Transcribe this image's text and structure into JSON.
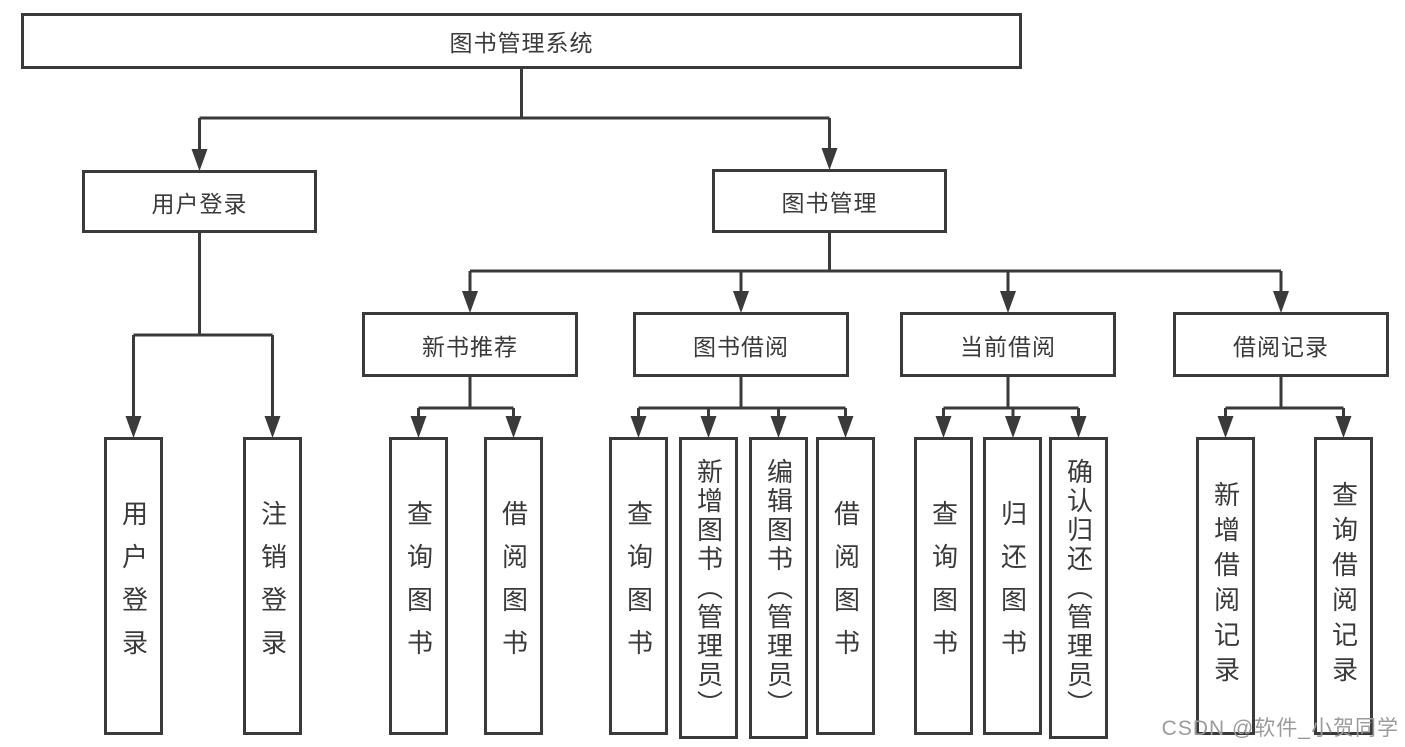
{
  "tree": {
    "root": {
      "label": "图书管理系统",
      "children": [
        {
          "label": "用户登录",
          "children": [
            {
              "label": "用户登录"
            },
            {
              "label": "注销登录"
            }
          ]
        },
        {
          "label": "图书管理",
          "children": [
            {
              "label": "新书推荐",
              "children": [
                {
                  "label": "查询图书"
                },
                {
                  "label": "借阅图书"
                }
              ]
            },
            {
              "label": "图书借阅",
              "children": [
                {
                  "label": "查询图书"
                },
                {
                  "label": "新增图书（管理员）"
                },
                {
                  "label": "编辑图书（管理员）"
                },
                {
                  "label": "借阅图书"
                }
              ]
            },
            {
              "label": "当前借阅",
              "children": [
                {
                  "label": "查询图书"
                },
                {
                  "label": "归还图书"
                },
                {
                  "label": "确认归还（管理员）"
                }
              ]
            },
            {
              "label": "借阅记录",
              "children": [
                {
                  "label": "新增借阅记录"
                },
                {
                  "label": "查询借阅记录"
                }
              ]
            }
          ]
        }
      ]
    }
  },
  "watermark": {
    "text": "CSDN @软件_小贺同学"
  },
  "colors": {
    "line": "#3a3a3a",
    "text": "#3a3a3a",
    "box_bg": "#ffffff",
    "canvas_bg": "#ffffff",
    "watermark": "#9b9b9b"
  }
}
